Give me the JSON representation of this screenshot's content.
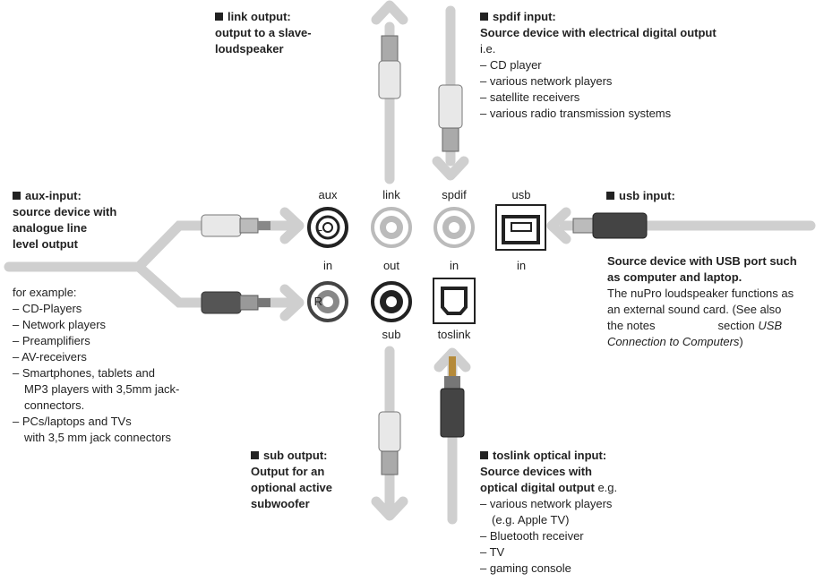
{
  "link_output": {
    "title": "link output:",
    "lines": [
      "output to a slave-",
      "loudspeaker"
    ]
  },
  "spdif_input": {
    "title": "spdif input:",
    "subtitle": "Source device with electrical digital output",
    "ie": "i.e.",
    "items": [
      "– CD player",
      "– various network players",
      "– satellite receivers",
      "– various radio transmission systems"
    ]
  },
  "aux_input": {
    "title": "aux-input:",
    "lines": [
      "source device with",
      "analogue line",
      "level output"
    ],
    "example": "for example:",
    "items": [
      "– CD-Players",
      "– Network players",
      "– Preamplifiers",
      "– AV-receivers",
      "– Smartphones, tablets and",
      "MP3 players with 3,5mm jack-",
      "connectors.",
      "– PCs/laptops and TVs",
      "with 3,5 mm jack connectors"
    ]
  },
  "usb_input": {
    "title": "usb input:",
    "bold_lines": [
      "Source device with USB port such",
      "as computer and laptop."
    ],
    "lines": [
      "The nuPro loudspeaker functions as",
      "an external sound card. (See also",
      "the notes"
    ],
    "section_word": "section",
    "italic_1": "USB",
    "italic_2": "Connection to Computers",
    "close": ")"
  },
  "sub_output": {
    "title": "sub output:",
    "lines": [
      "Output for an",
      "optional active",
      "subwoofer"
    ]
  },
  "toslink_input": {
    "title": "toslink optical input:",
    "line1": "Source devices with",
    "line2_bold": "optical digital output",
    "line2_rest": " e.g.",
    "items": [
      "– various network players",
      "(e.g. Apple TV)",
      "– Bluetooth receiver",
      "– TV",
      "– gaming console"
    ]
  },
  "ports": {
    "aux": "aux",
    "link": "link",
    "spdif": "spdif",
    "usb": "usb",
    "in1": "in",
    "out": "out",
    "in2": "in",
    "in3": "in",
    "sub": "sub",
    "toslink": "toslink",
    "L": "L",
    "R": "R"
  }
}
